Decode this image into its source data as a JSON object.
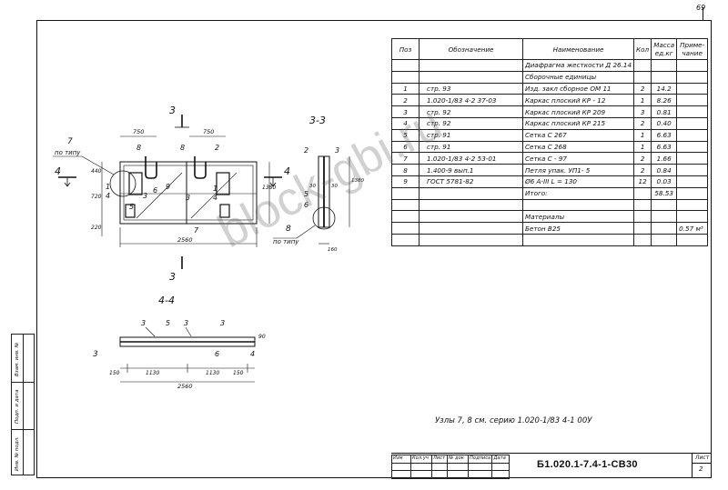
{
  "sheet_number": "69",
  "spec_table": {
    "headers": [
      "Поз",
      "Обозначение",
      "Наименование",
      "Кол",
      "Масса ед.кг",
      "Приме-чание"
    ],
    "rows": [
      [
        "",
        "",
        "Диафрагма жесткости Д 26.14",
        "",
        "",
        ""
      ],
      [
        "",
        "",
        "Сборочные единицы",
        "",
        "",
        ""
      ],
      [
        "1",
        "стр. 93",
        "Изд. закл сборное ОМ 11",
        "2",
        "14.2",
        ""
      ],
      [
        "2",
        "1.020-1/83 4-2 37-03",
        "Каркас плоский КР - 12",
        "1",
        "8.26",
        ""
      ],
      [
        "3",
        "стр. 92",
        "Каркас плоский КР 209",
        "3",
        "0.81",
        ""
      ],
      [
        "4",
        "стр. 92",
        "Каркас плоский КР 215",
        "2",
        "0.40",
        ""
      ],
      [
        "5",
        "стр. 91",
        "Сетка С 267",
        "1",
        "6.63",
        ""
      ],
      [
        "6",
        "стр. 91",
        "Сетка С 268",
        "1",
        "6.63",
        ""
      ],
      [
        "7",
        "1.020-1/83 4-2 53-01",
        "Сетка С - 97",
        "2",
        "1.66",
        ""
      ],
      [
        "8",
        "1.400-9 вып.1",
        "Петля упак. УП1- 5",
        "2",
        "0.84",
        ""
      ],
      [
        "9",
        "ГОСТ 5781-82",
        "Ø6 A-III L = 130",
        "12",
        "0.03",
        ""
      ],
      [
        "",
        "",
        "Итого:",
        "",
        "58.53",
        ""
      ],
      [
        "",
        "",
        "",
        "",
        "",
        ""
      ],
      [
        "",
        "",
        "Материалы",
        "",
        "",
        ""
      ],
      [
        "",
        "",
        "Бетон В25",
        "",
        "",
        "0.57 м³"
      ],
      [
        "",
        "",
        "",
        "",
        "",
        ""
      ]
    ]
  },
  "views": {
    "main": {
      "section_marks": [
        "3",
        "3",
        "4",
        "4"
      ],
      "dims_top": [
        "750",
        "750"
      ],
      "dim_bottom": "2560",
      "dims_left": [
        "440",
        "720",
        "220"
      ],
      "dim_right": "1380",
      "callout_7": "7",
      "callout_7_note": "по типу",
      "pos_labels": [
        "8",
        "8",
        "2",
        "1",
        "4",
        "9",
        "6",
        "3",
        "5",
        "3",
        "1",
        "4",
        "7"
      ]
    },
    "section33": {
      "title": "3-3",
      "pos_labels": [
        "2",
        "3",
        "5",
        "6"
      ],
      "dims": [
        "30",
        "30",
        "1380",
        "160"
      ],
      "callout_8": "8",
      "callout_8_note": "по типу"
    },
    "section44": {
      "title": "4-4",
      "pos_labels": [
        "3",
        "5",
        "3",
        "3",
        "3",
        "6",
        "4"
      ],
      "dims": [
        "150",
        "1130",
        "1130",
        "150",
        "90"
      ],
      "dim_total": "2560"
    }
  },
  "note": "Узлы 7, 8 см. серию 1.020-1/83 4-1 00У",
  "stamp": {
    "headers": [
      "Изм",
      "Кол.уч",
      "Лист",
      "№ док",
      "Подпись",
      "Дата"
    ],
    "code": "Б1.020.1-7.4-1-СВ30",
    "sheet_label": "Лист",
    "sheet_value": "2"
  },
  "side_labels": [
    "Инв. № подл.",
    "Подп. и дата",
    "Взам. инв. №"
  ],
  "watermark": "block-gbi.ru"
}
